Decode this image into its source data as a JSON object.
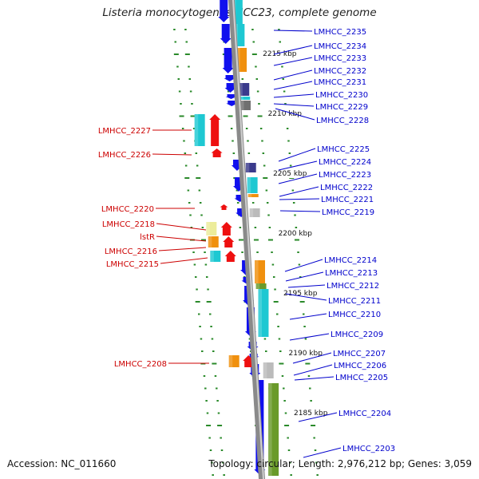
{
  "title": "Listeria monocytogenes HCC23, complete genome",
  "footer": {
    "accession": "Accession: NC_011660",
    "topology": "Topology: circular; Length: 2,976,212 bp; Genes: 3,059"
  },
  "colors": {
    "forward_gene_label": "#0000cc",
    "reverse_gene_label": "#cc0000",
    "blue_arrow": "#1010ee",
    "red_arrow": "#ee1010",
    "cyan": "#1ec8d2",
    "orange": "#f0900e",
    "navy": "#3a3a8c",
    "grey": "#707070",
    "lightgrey": "#bbbbbb",
    "green": "#6a9a2a",
    "yellow": "#ecec9a",
    "backbone": "#8a8a8a",
    "tick": "#2a8a2a"
  },
  "scale_labels": [
    "2215 kbp",
    "2210 kbp",
    "2205 kbp",
    "2200 kbp",
    "2195 kbp",
    "2190 kbp",
    "2185 kbp"
  ],
  "forward_labels": [
    "LMHCC_2235",
    "LMHCC_2234",
    "LMHCC_2233",
    "LMHCC_2232",
    "LMHCC_2231",
    "LMHCC_2230",
    "LMHCC_2229",
    "LMHCC_2228",
    "LMHCC_2225",
    "LMHCC_2224",
    "LMHCC_2223",
    "LMHCC_2222",
    "LMHCC_2221",
    "LMHCC_2219",
    "LMHCC_2214",
    "LMHCC_2213",
    "LMHCC_2212",
    "LMHCC_2211",
    "LMHCC_2210",
    "LMHCC_2209",
    "LMHCC_2207",
    "LMHCC_2206",
    "LMHCC_2205",
    "LMHCC_2204",
    "LMHCC_2203"
  ],
  "reverse_labels": [
    "LMHCC_2227",
    "LMHCC_2226",
    "LMHCC_2220",
    "LMHCC_2218",
    "lstR",
    "LMHCC_2216",
    "LMHCC_2215",
    "LMHCC_2208"
  ]
}
